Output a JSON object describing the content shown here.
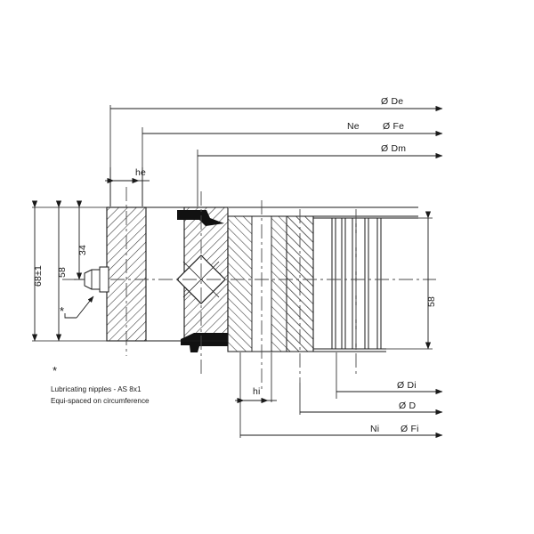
{
  "drawing": {
    "type": "engineering-cross-section",
    "subject": "Slewing ring bearing with external gear",
    "line_color": "#1a1a1a",
    "seal_color": "#111111",
    "hatch_color": "#333333"
  },
  "dimensions": {
    "top": [
      {
        "id": "de",
        "label": "Ø De"
      },
      {
        "id": "ne",
        "label": "Ne"
      },
      {
        "id": "fe",
        "label": "Ø Fe"
      },
      {
        "id": "dm",
        "label": "Ø Dm"
      },
      {
        "id": "he",
        "label": "he"
      }
    ],
    "left": [
      {
        "id": "h68",
        "label": "68±1"
      },
      {
        "id": "h58",
        "label": "58"
      },
      {
        "id": "h34",
        "label": "34"
      }
    ],
    "right": [
      {
        "id": "r58",
        "label": "58"
      }
    ],
    "bottom": [
      {
        "id": "hi",
        "label": "hi"
      },
      {
        "id": "di",
        "label": "Ø Di"
      },
      {
        "id": "d",
        "label": "Ø D"
      },
      {
        "id": "ni",
        "label": "Ni"
      },
      {
        "id": "fi",
        "label": "Ø Fi"
      }
    ]
  },
  "annotations": {
    "asterisk_marker": "*",
    "asterisk_note_marker": "*",
    "note_line1": "Lubricating nipples - AS 8x1",
    "note_line2": "Equi-spaced on circumference"
  }
}
